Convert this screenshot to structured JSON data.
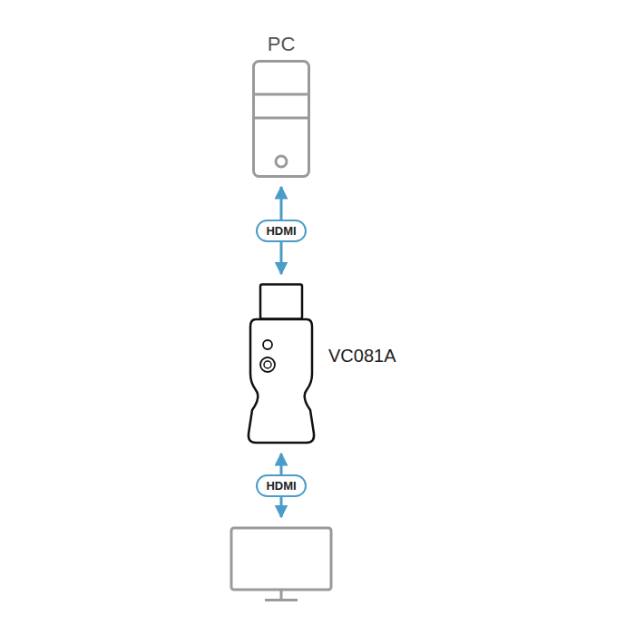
{
  "diagram": {
    "nodes": [
      {
        "text": [
          "PC"
        ]
      },
      {
        "text": [
          "VC081A"
        ]
      },
      {
        "text": []
      }
    ],
    "edges": [
      {
        "from": 0,
        "to": 1,
        "label": "HDMI",
        "arrow": "both"
      },
      {
        "from": 1,
        "to": 2,
        "label": "HDMI",
        "arrow": "both"
      }
    ]
  }
}
